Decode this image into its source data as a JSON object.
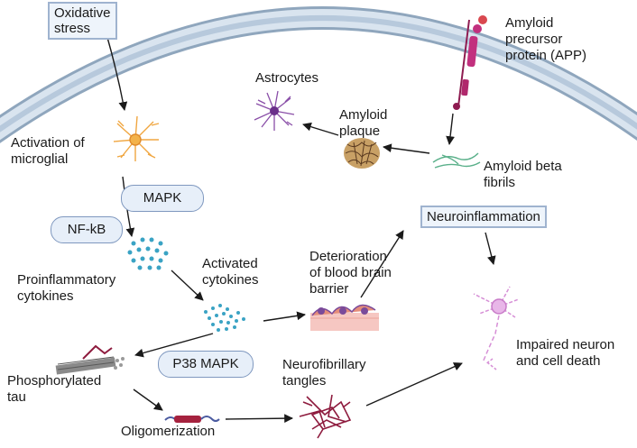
{
  "nodes": {
    "oxidative_stress": "Oxidative\nstress",
    "app": "Amyloid\nprecursor\nprotein (APP)",
    "astrocytes": "Astrocytes",
    "amyloid_plaque": "Amyloid\nplaque",
    "amyloid_beta": "Amyloid beta\nfibrils",
    "microglial": "Activation of\nmicroglial",
    "mapk": "MAPK",
    "nfkb": "NF-kB",
    "neuroinflammation": "Neuroinflammation",
    "proinflammatory": "Proinflammatory\ncytokines",
    "activated_cytokines": "Activated\ncytokines",
    "bbb": "Deterioration\nof blood brain\nbarrier",
    "impaired_neuron": "Impaired neuron\nand cell death",
    "p38": "P38 MAPK",
    "tau": "Phosphorylated\ntau",
    "nft": "Neurofibrillary\ntangles",
    "oligomerization": "Oligomerization"
  },
  "colors": {
    "membrane": "#b7c9dc",
    "membrane_edge": "#8fa6bd",
    "app_protein": "#c2307e",
    "astrocyte": "#8a4fa8",
    "microglia": "#f0a640",
    "fibrils": "#5ab08a",
    "cytokines": "#3aa3c4",
    "tangles": "#8e1b3e",
    "neuron": "#d68fd6",
    "box_fill": "#eef4fb",
    "box_border": "#9fb3cf"
  },
  "icons": [
    "microglia-icon",
    "astrocyte-icon",
    "amyloid-plaque-icon",
    "amyloid-fibrils-icon",
    "app-protein-icon",
    "cytokine-dots-icon",
    "bbb-cells-icon",
    "tau-fibril-icon",
    "oligomer-icon",
    "tangles-icon",
    "neuron-icon"
  ]
}
